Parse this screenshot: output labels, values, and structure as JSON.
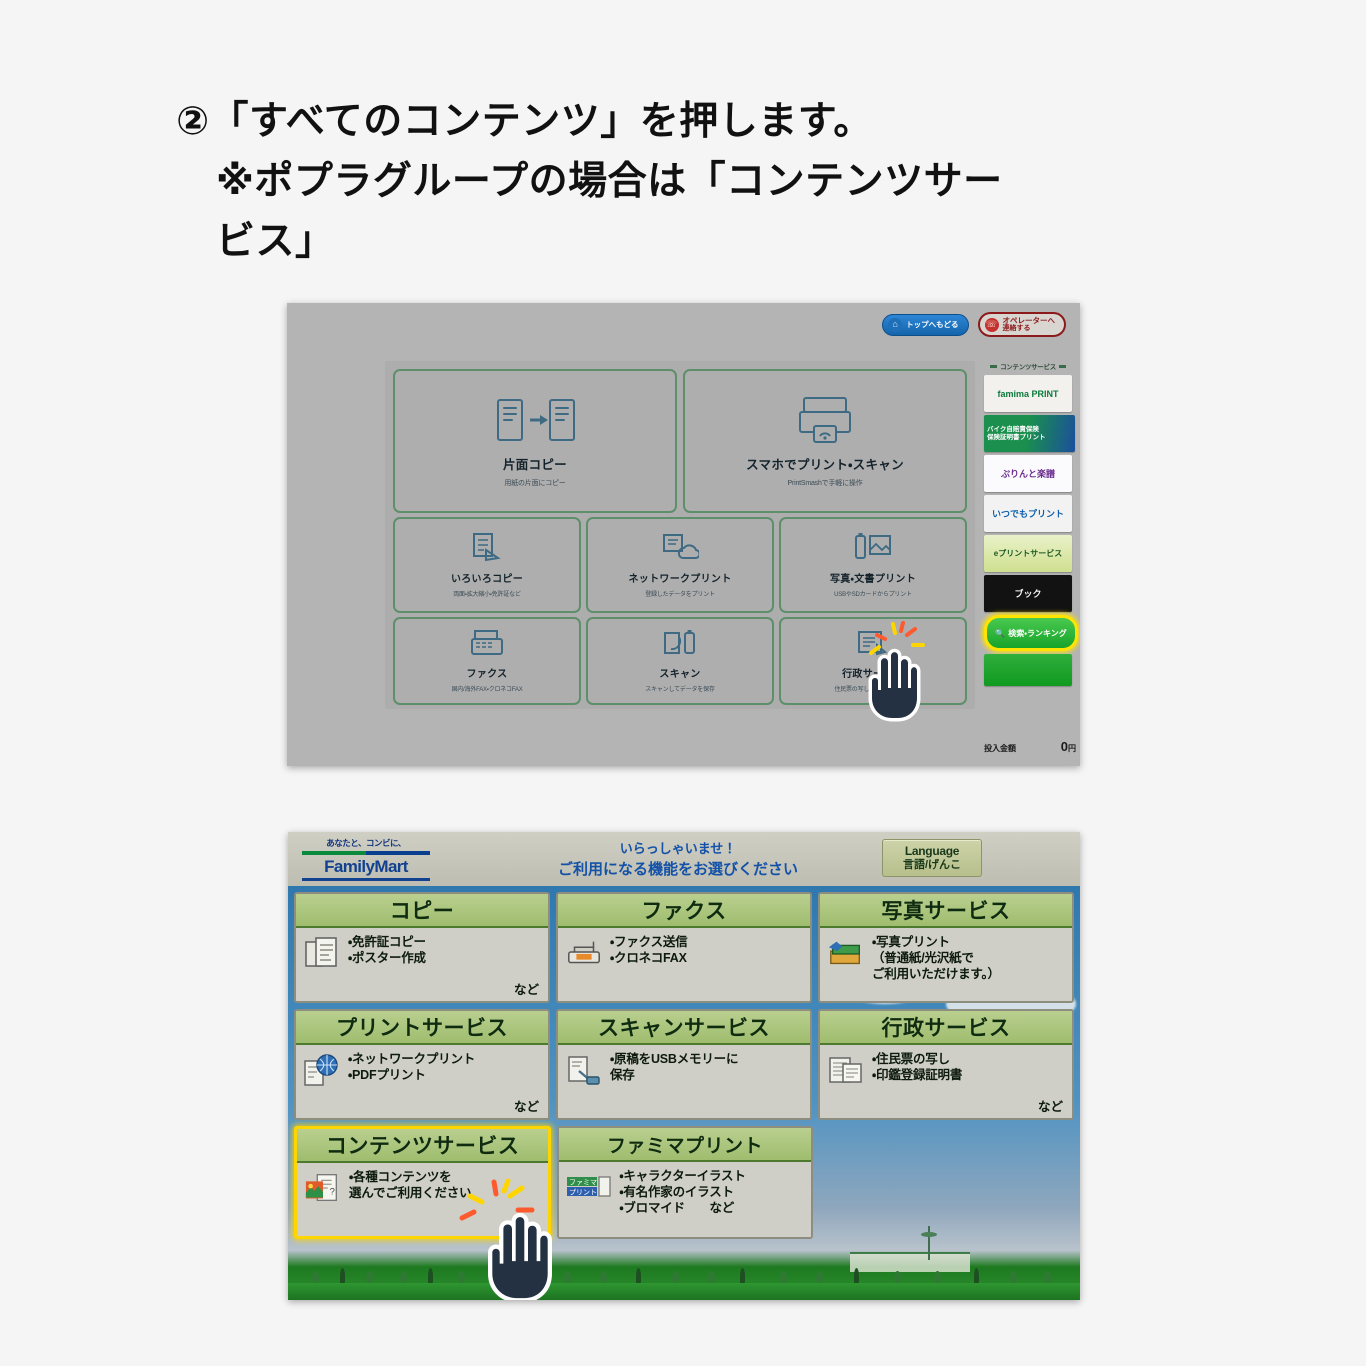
{
  "heading": {
    "line1": "②「すべてのコンテンツ」を押します。",
    "line2": "※ポプラグループの場合は「コンテンツサー",
    "line3": "ビス」"
  },
  "shot1": {
    "top_buttons": [
      {
        "name": "home-button",
        "line1": "トップへもどる",
        "line2": "",
        "icon": "home-icon",
        "color": "#1464ab"
      },
      {
        "name": "operator-button",
        "line1": "オペレーターへ",
        "line2": "連絡する",
        "icon": "headset-icon",
        "color": "#8c1a1a"
      }
    ],
    "tiles": [
      {
        "name": "single-side-copy",
        "label": "片面コピー",
        "sub": "用紙の片面にコピー",
        "icon": "document-arrow-icon"
      },
      {
        "name": "smartphone-print-scan",
        "label": "スマホでプリント・スキャン",
        "sub": "PrintSmashで手軽に操作",
        "icon": "printer-wifi-icon"
      },
      {
        "name": "various-copy",
        "label": "いろいろコピー",
        "sub": "両面・拡大縮小・免許証など",
        "icon": "copy-stack-icon"
      },
      {
        "name": "network-print",
        "label": "ネットワークプリント",
        "sub": "登録したデータをプリント",
        "icon": "cloud-document-icon"
      },
      {
        "name": "photo-document-print",
        "label": "写真・文書プリント",
        "sub": "USBやSDカードからプリント",
        "icon": "usb-photo-icon"
      },
      {
        "name": "fax",
        "label": "ファクス",
        "sub": "国内/海外FAX・クロネコFAX",
        "icon": "fax-icon"
      },
      {
        "name": "scan",
        "label": "スキャン",
        "sub": "スキャンしてデータを保存",
        "icon": "scanner-icon"
      },
      {
        "name": "government-service",
        "label": "行政サービス",
        "sub": "住民票の写し・印鑑証明書など",
        "icon": "certificate-icon"
      }
    ],
    "rail": {
      "title": "コンテンツサービス",
      "banners": [
        {
          "name": "famima-print-banner",
          "label": "famima PRINT",
          "prefix": "famima"
        },
        {
          "name": "bike-insurance-banner",
          "label": "バイク自賠責保険",
          "label2": "保険証明書プリント"
        },
        {
          "name": "print-gakufu-banner",
          "label": "ぷりんと楽譜"
        },
        {
          "name": "itsudemo-print-banner",
          "label": "いつでもプリント"
        },
        {
          "name": "e-print-service-banner",
          "label": "eプリントサービス"
        },
        {
          "name": "book-banner",
          "label": "ブック"
        },
        {
          "name": "search-ranking-banner",
          "label": "検索・ランキング",
          "highlighted": true
        },
        {
          "name": "extra-banner",
          "label": ""
        }
      ]
    },
    "amount": {
      "label": "投入金額",
      "value": "0",
      "unit": "円"
    }
  },
  "shot2": {
    "logo": {
      "slogan": "あなたと、コンビに、",
      "name": "FamilyMart"
    },
    "welcome": {
      "line1": "いらっしゃいませ！",
      "line2": "ご利用になる機能をお選びください"
    },
    "language_button": {
      "line1": "Language",
      "line2": "言語/げんこ"
    },
    "cards": [
      {
        "name": "copy-card",
        "title": "コピー",
        "icon": "copy-icon",
        "items": [
          "・免許証コピー",
          "・ポスター作成"
        ],
        "nado": "など",
        "highlighted": false
      },
      {
        "name": "fax-card",
        "title": "ファクス",
        "icon": "fax-icon",
        "items": [
          "・ファクス送信",
          "・クロネコFAX"
        ],
        "nado": "",
        "highlighted": false
      },
      {
        "name": "photo-service-card",
        "title": "写真サービス",
        "icon": "photo-icon",
        "items": [
          "・写真プリント",
          "（普通紙/光沢紙で",
          "ご利用いただけます。）"
        ],
        "nado": "",
        "highlighted": false
      },
      {
        "name": "print-service-card",
        "title": "プリントサービス",
        "icon": "network-print-icon",
        "items": [
          "・ネットワークプリント",
          "・PDFプリント"
        ],
        "nado": "など",
        "highlighted": false
      },
      {
        "name": "scan-service-card",
        "title": "スキャンサービス",
        "icon": "scanner-icon",
        "items": [
          "・原稿をUSBメモリーに",
          "保存"
        ],
        "nado": "",
        "highlighted": false
      },
      {
        "name": "government-service-card",
        "title": "行政サービス",
        "icon": "certificate-icon",
        "items": [
          "・住民票の写し",
          "・印鑑登録証明書"
        ],
        "nado": "など",
        "highlighted": false
      },
      {
        "name": "contents-service-card",
        "title": "コンテンツサービス",
        "icon": "contents-icon",
        "items": [
          "・各種コンテンツを",
          "選んでご利用ください"
        ],
        "nado": "",
        "highlighted": true
      },
      {
        "name": "famima-print-card",
        "title": "ファミマプリント",
        "icon": "famima-print-icon",
        "items": [
          "・キャラクターイラスト",
          "・有名作家のイラスト",
          "・ブロマイド　　など"
        ],
        "nado": "",
        "highlighted": false
      }
    ]
  },
  "colors": {
    "highlight_yellow": "#ffd500",
    "famima_blue": "#11418f",
    "famima_green": "#0a8a3c",
    "card_header_green": "#9fbd6e",
    "page_background": "#f5f5f5"
  }
}
